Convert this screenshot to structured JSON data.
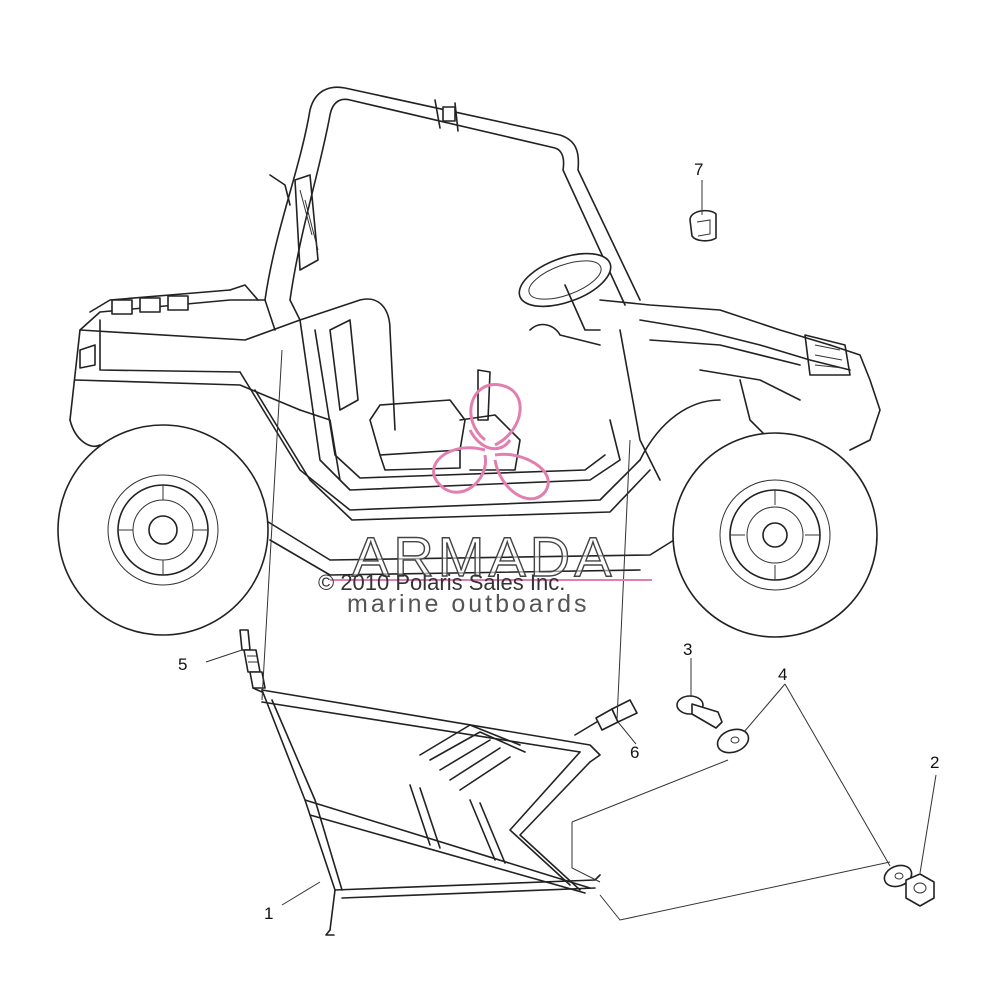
{
  "callouts": [
    {
      "id": "1",
      "label": "1"
    },
    {
      "id": "2",
      "label": "2"
    },
    {
      "id": "3",
      "label": "3"
    },
    {
      "id": "4",
      "label": "4"
    },
    {
      "id": "5",
      "label": "5"
    },
    {
      "id": "6",
      "label": "6"
    },
    {
      "id": "7",
      "label": "7"
    }
  ],
  "watermark": {
    "logo_text": "ARMADA",
    "copyright": "© 2010 Polaris Sales Inc.",
    "subtitle": "marine outboards",
    "accent_color": "#e27fb0"
  },
  "colors": {
    "line": "#222222",
    "background": "#ffffff"
  }
}
